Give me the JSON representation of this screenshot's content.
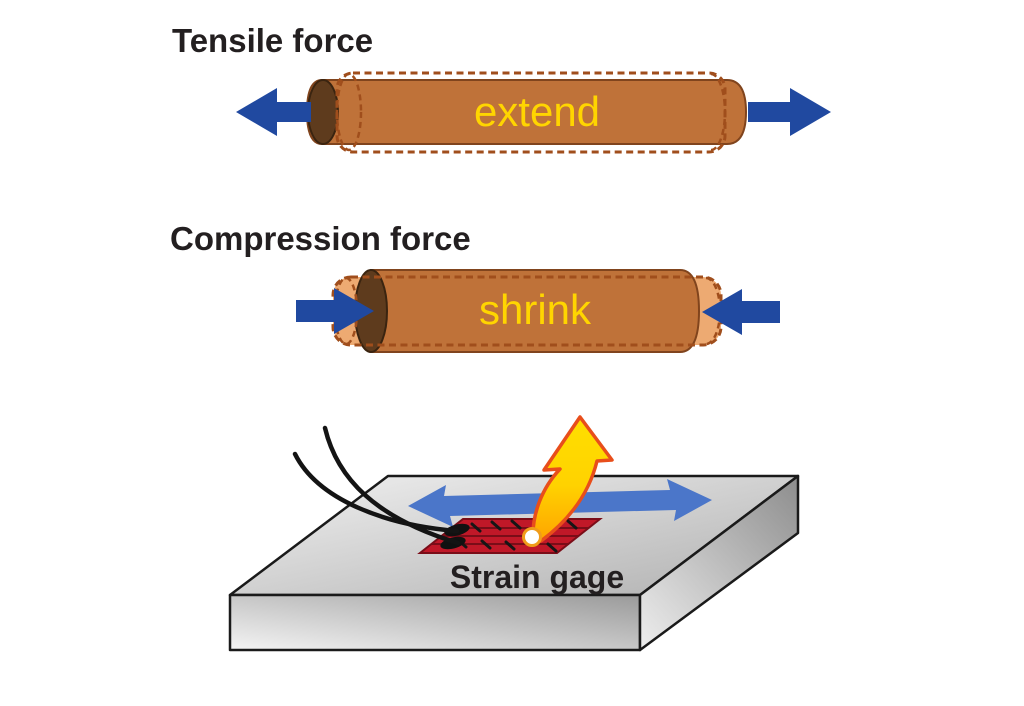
{
  "diagram": {
    "tensile": {
      "title": "Tensile force",
      "label": "extend"
    },
    "compression": {
      "title": "Compression force",
      "label": "shrink"
    },
    "plate": {
      "gage_label": "Strain gage"
    }
  },
  "icons": {
    "tensile_left_arrow": "arrow-left",
    "tensile_right_arrow": "arrow-right",
    "compression_left_arrow": "arrow-right",
    "compression_right_arrow": "arrow-left",
    "surface_double_arrow": "double-headed-horizontal-arrow",
    "lift_arrow": "curved-up-arrow",
    "measure_point": "small-circle-marker"
  },
  "colors": {
    "title_text": "#231f20",
    "label_yellow": "#ffd500",
    "force_arrow_blue": "#2049a0",
    "surface_arrow_blue": "#4b76c9",
    "cylinder_body": "#bf7239",
    "cylinder_cap": "#5e3b1d",
    "original_shape_fill": "#edaa72",
    "dashed_outline": "#a04e1c",
    "gage_red": "#c01828",
    "up_arrow_outline": "#e84e1b"
  }
}
